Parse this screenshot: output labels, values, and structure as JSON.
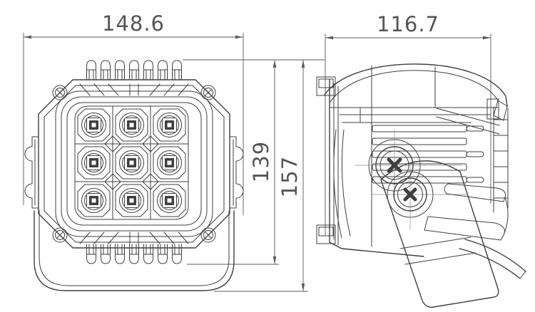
{
  "drawing": {
    "dimensions": {
      "width": "148.6",
      "depth": "116.7",
      "body_height": "139",
      "overall_height": "157"
    },
    "front_view": {
      "led_rows": 3,
      "led_columns": 3,
      "led_count": 9
    },
    "colors": {
      "line": "#3f3f3f",
      "dimension": "#555555",
      "background": "#ffffff"
    }
  }
}
